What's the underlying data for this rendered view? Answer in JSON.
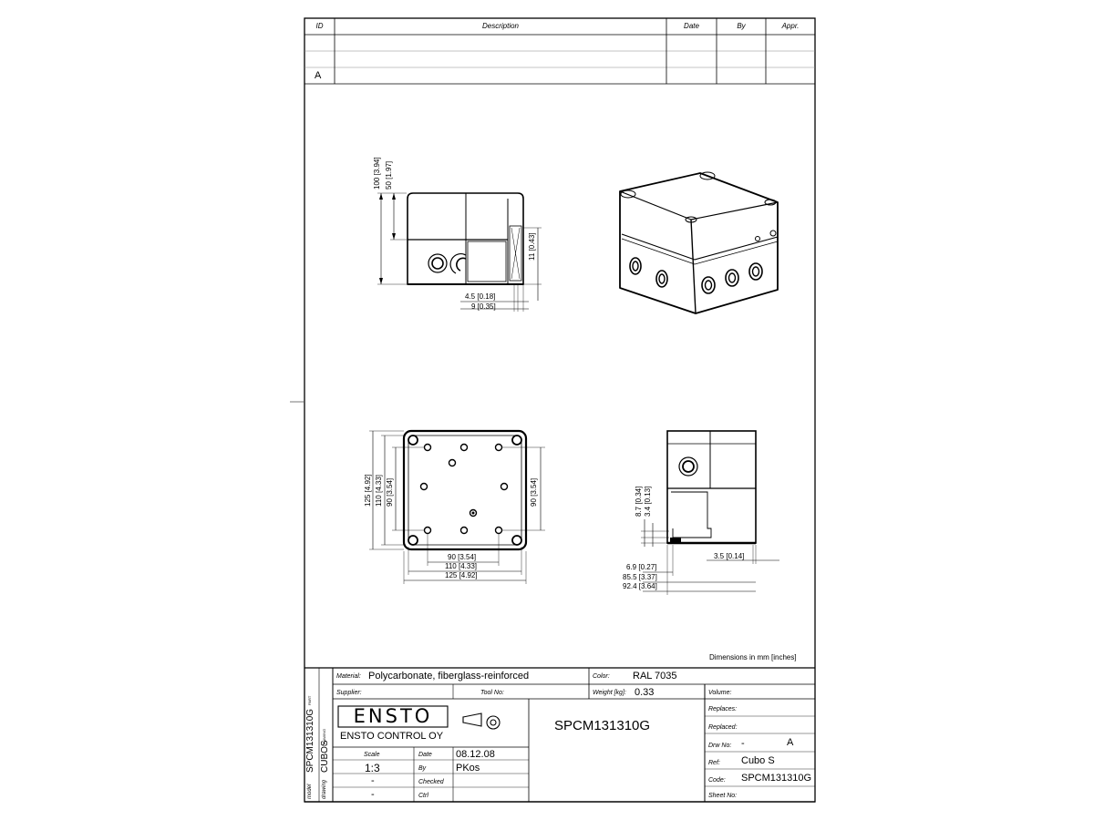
{
  "revision_table": {
    "headers": [
      "ID",
      "Description",
      "Date",
      "By",
      "Appr."
    ],
    "rows": [
      {
        "id": "",
        "description": "",
        "date": "",
        "by": "",
        "appr": ""
      },
      {
        "id": "",
        "description": "",
        "date": "",
        "by": "",
        "appr": ""
      },
      {
        "id": "",
        "description": "",
        "date": "",
        "by": "",
        "appr": ""
      },
      {
        "id": "A",
        "description": "",
        "date": "",
        "by": "",
        "appr": ""
      }
    ]
  },
  "side_view_dims": {
    "height_total": "100 [3.94]",
    "height_half": "50 [1.97]",
    "side_offset": "11 [0.43]",
    "bottom_small": "4.5 [0.18]",
    "bottom_medium": "9 [0.35]"
  },
  "top_view_dims": {
    "left_125": "125 [4.92]",
    "left_110": "110 [4.33]",
    "left_90": "90 [3.54]",
    "right_90": "90 [3.54]",
    "bottom_90": "90 [3.54]",
    "bottom_110": "110 [4.33]",
    "bottom_125": "125 [4.92]"
  },
  "section_view_dims": {
    "v_87": "8.7 [0.34]",
    "v_34": "3.4 [0.13]",
    "h_35": "3.5 [0.14]",
    "h_69": "6.9 [0.27]",
    "h_855": "85.5 [3.37]",
    "h_924": "92.4 [3.64]"
  },
  "dimensions_note": "Dimensions in mm [inches]",
  "title_block": {
    "material_label": "Material:",
    "material_value": "Polycarbonate, fiberglass-reinforced",
    "color_label": "Color:",
    "color_value": "RAL 7035",
    "supplier_label": "Supplier:",
    "tool_no_label": "Tool No:",
    "weight_label": "Weight [kg]:",
    "weight_value": "0.33",
    "volume_label": "Volume:",
    "replaces_label": "Replaces:",
    "replaced_label": "Replaced:",
    "drw_no_label": "Drw No:",
    "drw_no_value": "-",
    "drw_rev_value": "A",
    "ref_label": "Ref:",
    "ref_value": "Cubo S",
    "code_label": "Code:",
    "code_value": "SPCM131310G",
    "sheet_no_label": "Sheet No:",
    "logo_text": "ENSTO",
    "company_name": "ENSTO CONTROL OY",
    "main_code": "SPCM131310G",
    "scale_label": "Scale",
    "scale_value": "1:3",
    "scale_row2": "-",
    "scale_row3": "-",
    "date_label": "Date",
    "date_value": "08.12.08",
    "by_label": "By",
    "by_value": "PKos",
    "checked_label": "Checked",
    "ctrl_label": "Ctrl"
  },
  "side_strip": {
    "model_label": "model",
    "model_value": "SPCM131310G",
    "part_label": "PART",
    "drawing_label": "drawing",
    "drawing_value": "CUBOS",
    "drawing_sub": "DRAWING"
  }
}
